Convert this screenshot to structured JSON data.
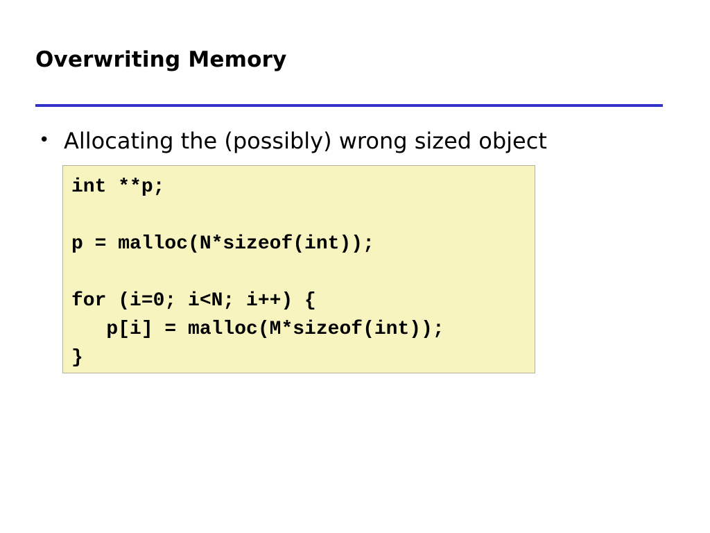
{
  "slide": {
    "title": "Overwriting Memory",
    "accent_color": "#3333cc",
    "bullets": [
      {
        "marker": "•",
        "text": "Allocating the (possibly) wrong sized object"
      }
    ],
    "code_block": {
      "background_color": "#f7f4bf",
      "lines": [
        "int **p;",
        "",
        "p = malloc(N*sizeof(int));",
        "",
        "for (i=0; i<N; i++) {",
        "   p[i] = malloc(M*sizeof(int));",
        "}"
      ]
    }
  }
}
